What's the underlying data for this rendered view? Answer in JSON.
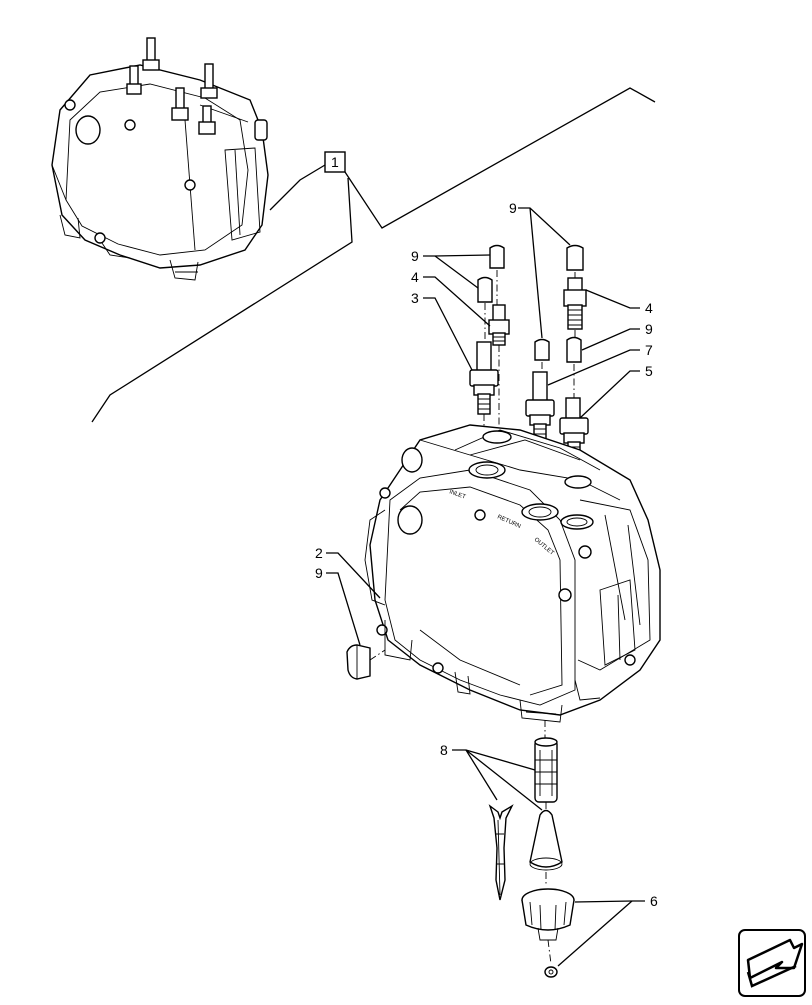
{
  "diagram": {
    "reference_box_label": "1",
    "callouts": {
      "c9_top": "9",
      "c9_left": "9",
      "c4_left": "4",
      "c3": "3",
      "c4_right": "4",
      "c9_right": "9",
      "c7": "7",
      "c5": "5",
      "c2": "2",
      "c9_low": "9",
      "c8": "8",
      "c6": "6"
    },
    "body_markings": {
      "inlet": "INLET",
      "outlet": "OUTLET",
      "return": "RETURN"
    },
    "nav_icon": "arrow-next-page-icon"
  }
}
